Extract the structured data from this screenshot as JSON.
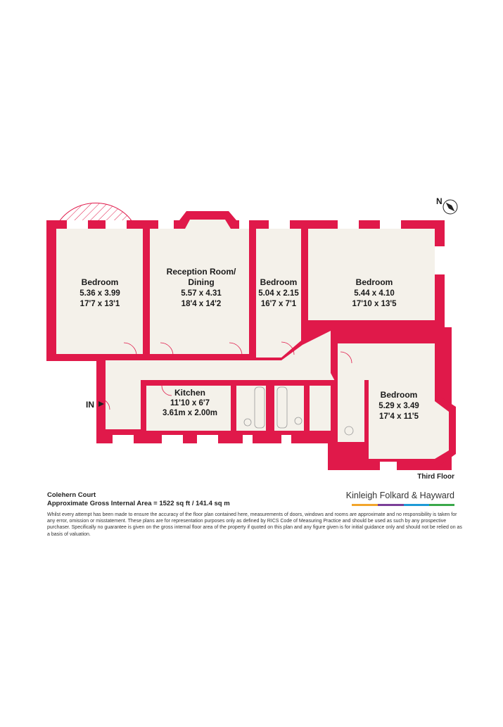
{
  "compass": {
    "north_label": "N"
  },
  "rooms": [
    {
      "name": "Bedroom",
      "metric": "5.36 x 3.99",
      "imperial": "17'7 x 13'1"
    },
    {
      "name_line1": "Reception Room/",
      "name_line2": "Dining",
      "metric": "5.57 x 4.31",
      "imperial": "18'4 x 14'2"
    },
    {
      "name": "Bedroom",
      "metric": "5.04 x 2.15",
      "imperial": "16'7 x 7'1"
    },
    {
      "name": "Bedroom",
      "metric": "5.44 x 4.10",
      "imperial": "17'10 x 13'5"
    },
    {
      "name": "Kitchen",
      "imperial": "11'10 x 6'7",
      "metric": "3.61m x 2.00m"
    },
    {
      "name": "Bedroom",
      "metric": "5.29 x 3.49",
      "imperial": "17'4 x 11'5"
    }
  ],
  "entrance_label": "IN",
  "floor_label": "Third Floor",
  "footer": {
    "property_name": "Colehern Court",
    "area_text": "Approximate Gross Internal Area = 1522 sq ft / 141.4 sq m",
    "disclaimer": "Whilst every attempt has been made to ensure the accuracy of the floor plan contained here, measurements of doors, windows and rooms are approximate and no responsibility is taken for any error, omission or misstatement. These plans are for representation purposes only as defined by RICS Code of Measuring Practice and should be used as such by any prospective purchaser. Specifically no guarantee is given on the gross internal floor area of the property if quoted on this plan and any figure given is for initial guidance only and should not be relied on as a basis of valuation."
  },
  "brand": {
    "name": "Kinleigh Folkard & Hayward",
    "bar_colors": [
      "#f2a52b",
      "#7b3f98",
      "#1e9ad6",
      "#3aa84a"
    ]
  },
  "colors": {
    "wall": "#e0194a",
    "floor": "#f4f1ea",
    "balcony_hatch": "#e0194a"
  }
}
